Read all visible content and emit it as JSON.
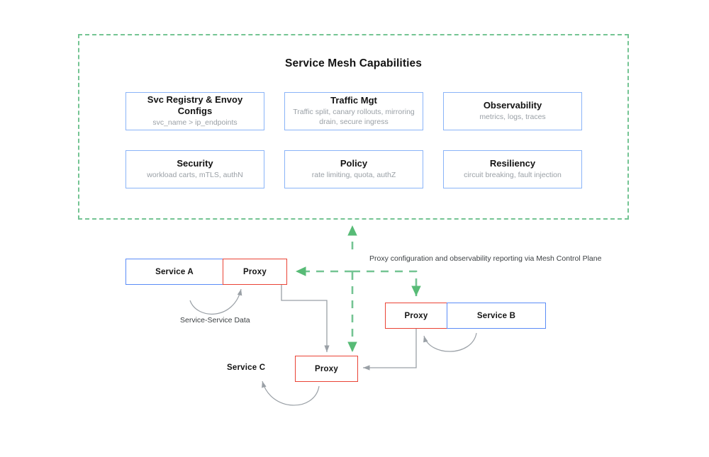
{
  "diagram": {
    "title": "Service Mesh Capabilities",
    "colors": {
      "mesh_border_green": "#74c493",
      "card_border_blue": "#8ab4f8",
      "service_border_blue": "#5b8cf7",
      "proxy_border_red": "#ea4335",
      "connector_gray": "#9aa0a6",
      "text_dark": "#131313",
      "text_muted": "#9aa0a6"
    },
    "capabilities": [
      {
        "title": "Svc Registry & Envoy Configs",
        "subtitle": "svc_name >  ip_endpoints"
      },
      {
        "title": "Traffic Mgt",
        "subtitle": "Traffic split, canary rollouts, mirroring\ndrain, secure ingress"
      },
      {
        "title": "Observability",
        "subtitle": "metrics, logs, traces"
      },
      {
        "title": "Security",
        "subtitle": "workload carts, mTLS, authN"
      },
      {
        "title": "Policy",
        "subtitle": "rate limiting, quota, authZ"
      },
      {
        "title": "Resiliency",
        "subtitle": "circuit breaking, fault injection"
      }
    ],
    "nodes": {
      "service_a": "Service A",
      "proxy_a": "Proxy",
      "proxy_b": "Proxy",
      "service_b": "Service B",
      "proxy_c": "Proxy",
      "service_c": "Service C"
    },
    "annotations": {
      "control_plane": "Proxy configuration and observability reporting via Mesh Control Plane",
      "service_service_data": "Service-Service Data"
    }
  }
}
